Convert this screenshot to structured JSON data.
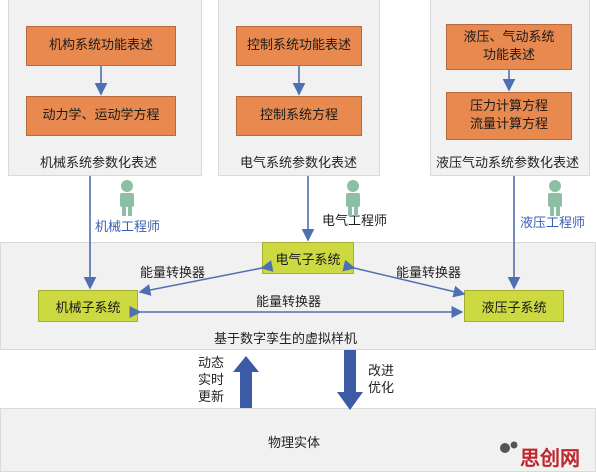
{
  "mechanical": {
    "function_box": "机构系统功能表述",
    "equation_box": "动力学、运动学方程",
    "caption": "机械系统参数化表述",
    "engineer": "机械工程师",
    "subsystem": "机械子系统"
  },
  "electrical": {
    "function_box": "控制系统功能表述",
    "equation_box": "控制系统方程",
    "caption": "电气系统参数化表述",
    "engineer": "电气工程师",
    "subsystem": "电气子系统"
  },
  "hydraulic": {
    "function_box": "液压、气动系统\n功能表述",
    "equation_box": "压力计算方程\n流量计算方程",
    "caption": "液压气动系统参数化表述",
    "engineer": "液压工程师",
    "subsystem": "液压子系统"
  },
  "converters": {
    "left": "能量转换器",
    "right": "能量转换器",
    "bottom": "能量转换器"
  },
  "virtual_prototype": "基于数字孪生的虚拟样机",
  "feedback_up": "动态\n实时\n更新",
  "feedback_down": "改进\n优化",
  "physical_entity": "物理实体",
  "watermark": "思创网",
  "colors": {
    "panel_bg": "#f1f1f1",
    "orange_box": "#e8894f",
    "yellow_box": "#ccd940",
    "arrow_blue": "#4f6fb3",
    "engineer_green": "#8cbfa3"
  }
}
